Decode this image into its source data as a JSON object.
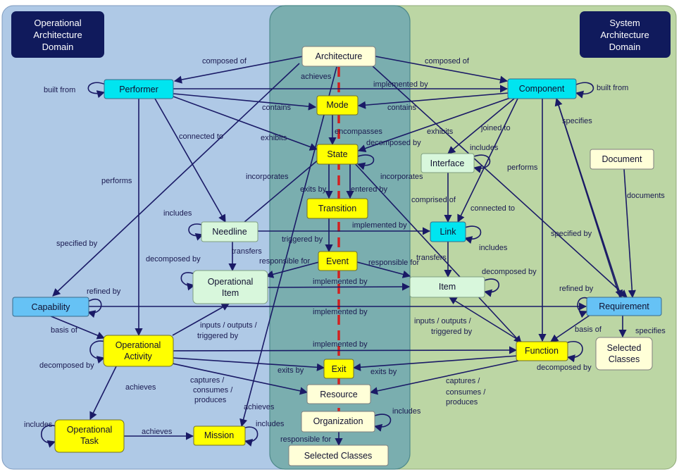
{
  "domains": {
    "operational": [
      "Operational",
      "Architecture",
      "Domain"
    ],
    "system": [
      "System",
      "Architecture",
      "Domain"
    ]
  },
  "colors": {
    "operational_bg": "#afc9e6",
    "system_bg": "#bcd6a4",
    "center_bg": "#7aaeaf",
    "domain_box": "#101a5c",
    "edge": "#1a1a66",
    "dashed": "#d22020",
    "yellow": "#ffff00",
    "cyan": "#00e5f0",
    "mint": "#d8f7dc",
    "cream": "#ffffd8",
    "blue": "#66c2f5"
  },
  "nodes": {
    "architecture": "Architecture",
    "performer": "Performer",
    "component": "Component",
    "mode": "Mode",
    "state": "State",
    "interface": "Interface",
    "document": "Document",
    "transition": "Transition",
    "needline": "Needline",
    "link": "Link",
    "event": "Event",
    "operational_item": [
      "Operational",
      "Item"
    ],
    "item": "Item",
    "capability": "Capability",
    "requirement": "Requirement",
    "operational_activity": [
      "Operational",
      "Activity"
    ],
    "function": "Function",
    "selected_classes_right": [
      "Selected",
      "Classes"
    ],
    "exit": "Exit",
    "resource": "Resource",
    "organization": "Organization",
    "operational_task": [
      "Operational",
      "Task"
    ],
    "mission": "Mission",
    "selected_classes_bottom": "Selected Classes"
  },
  "edge_labels": {
    "composed_of_left": "composed of",
    "composed_of_right": "composed of",
    "achieves_arch": "achieves",
    "built_from_left": "built from",
    "built_from_right": "built from",
    "implemented_by_perf": "implemented by",
    "contains_left": "contains",
    "contains_right": "contains",
    "connected_to_left": "connected to",
    "exhibits_left": "exhibits",
    "exhibits_right": "exhibits",
    "encompasses": "encompasses",
    "joined_to": "joined to",
    "specifies_comp": "specifies",
    "decomposed_by_state": "decomposed by",
    "includes_interface": "includes",
    "performs_left": "performs",
    "incorporates_left": "incorporates",
    "incorporates_right": "incorporates",
    "performs_right": "performs",
    "documents": "documents",
    "exits_by_state": "exits by",
    "entered_by": "entered by",
    "comprised_of": "comprised of",
    "connected_to_right": "connected to",
    "includes_needline": "includes",
    "implemented_by_needline": "implemented by",
    "specified_by_right": "specified by",
    "triggered_by_event": "triggered by",
    "specified_by_left": "specified by",
    "transfers_needline": "transfers",
    "includes_link": "includes",
    "decomposed_by_opitem": "decomposed by",
    "responsible_for_left": "responsible for",
    "responsible_for_right": "responsible for",
    "transfers_link": "transfers",
    "decomposed_by_item": "decomposed by",
    "implemented_by_opitem": "implemented by",
    "refined_by_left": "refined by",
    "refined_by_right": "refined by",
    "implemented_by_cap": "implemented by",
    "inputs_left": [
      "inputs / outputs /",
      "triggered by"
    ],
    "inputs_right": [
      "inputs / outputs /",
      "triggered by"
    ],
    "basis_of_left": "basis of",
    "basis_of_right": "basis of",
    "specifies_req": "specifies",
    "implemented_by_act": "implemented by",
    "decomposed_by_act": "decomposed by",
    "decomposed_by_func": "decomposed by",
    "exits_by_left": "exits by",
    "exits_by_right": "exits by",
    "achieves_act": "achieves",
    "captures_left": [
      "captures /",
      "consumes /",
      "produces"
    ],
    "captures_right": [
      "captures /",
      "consumes /",
      "produces"
    ],
    "achieves_mission": "achieves",
    "includes_org": "includes",
    "includes_task": "includes",
    "achieves_task": "achieves",
    "includes_mission": "includes",
    "responsible_for_org": "responsible for"
  }
}
